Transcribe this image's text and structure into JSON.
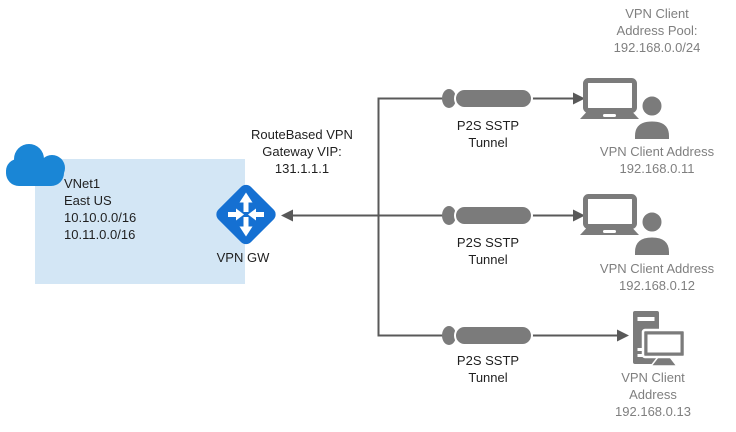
{
  "diagram_type": "point-to-site-vpn-topology",
  "colors": {
    "cloud_blue": "#1a86d6",
    "vnet_fill": "#d3e6f5",
    "gateway_blue": "#1570d2",
    "icon_gray": "#7b7b7b",
    "line_gray": "#595959",
    "muted_text": "#7f7f7f",
    "text": "#1f1f1f"
  },
  "vnet": {
    "name": "VNet1",
    "region": "East US",
    "prefixes": [
      "10.10.0.0/16",
      "10.11.0.0/16"
    ]
  },
  "gateway": {
    "label": "VPN GW",
    "vip_label": [
      "RouteBased VPN",
      "Gateway VIP:",
      "131.1.1.1"
    ]
  },
  "client_pool": {
    "label": [
      "VPN Client",
      "Address Pool:",
      "192.168.0.0/24"
    ]
  },
  "tunnels": [
    {
      "label": [
        "P2S SSTP",
        "Tunnel"
      ]
    },
    {
      "label": [
        "P2S SSTP",
        "Tunnel"
      ]
    },
    {
      "label": [
        "P2S SSTP",
        "Tunnel"
      ]
    }
  ],
  "clients": [
    {
      "device": "laptop-user",
      "label": [
        "VPN Client Address",
        "192.168.0.11"
      ]
    },
    {
      "device": "laptop-user",
      "label": [
        "VPN Client Address",
        "192.168.0.12"
      ]
    },
    {
      "device": "desktop",
      "label": [
        "VPN Client",
        "Address",
        "192.168.0.13"
      ]
    }
  ]
}
